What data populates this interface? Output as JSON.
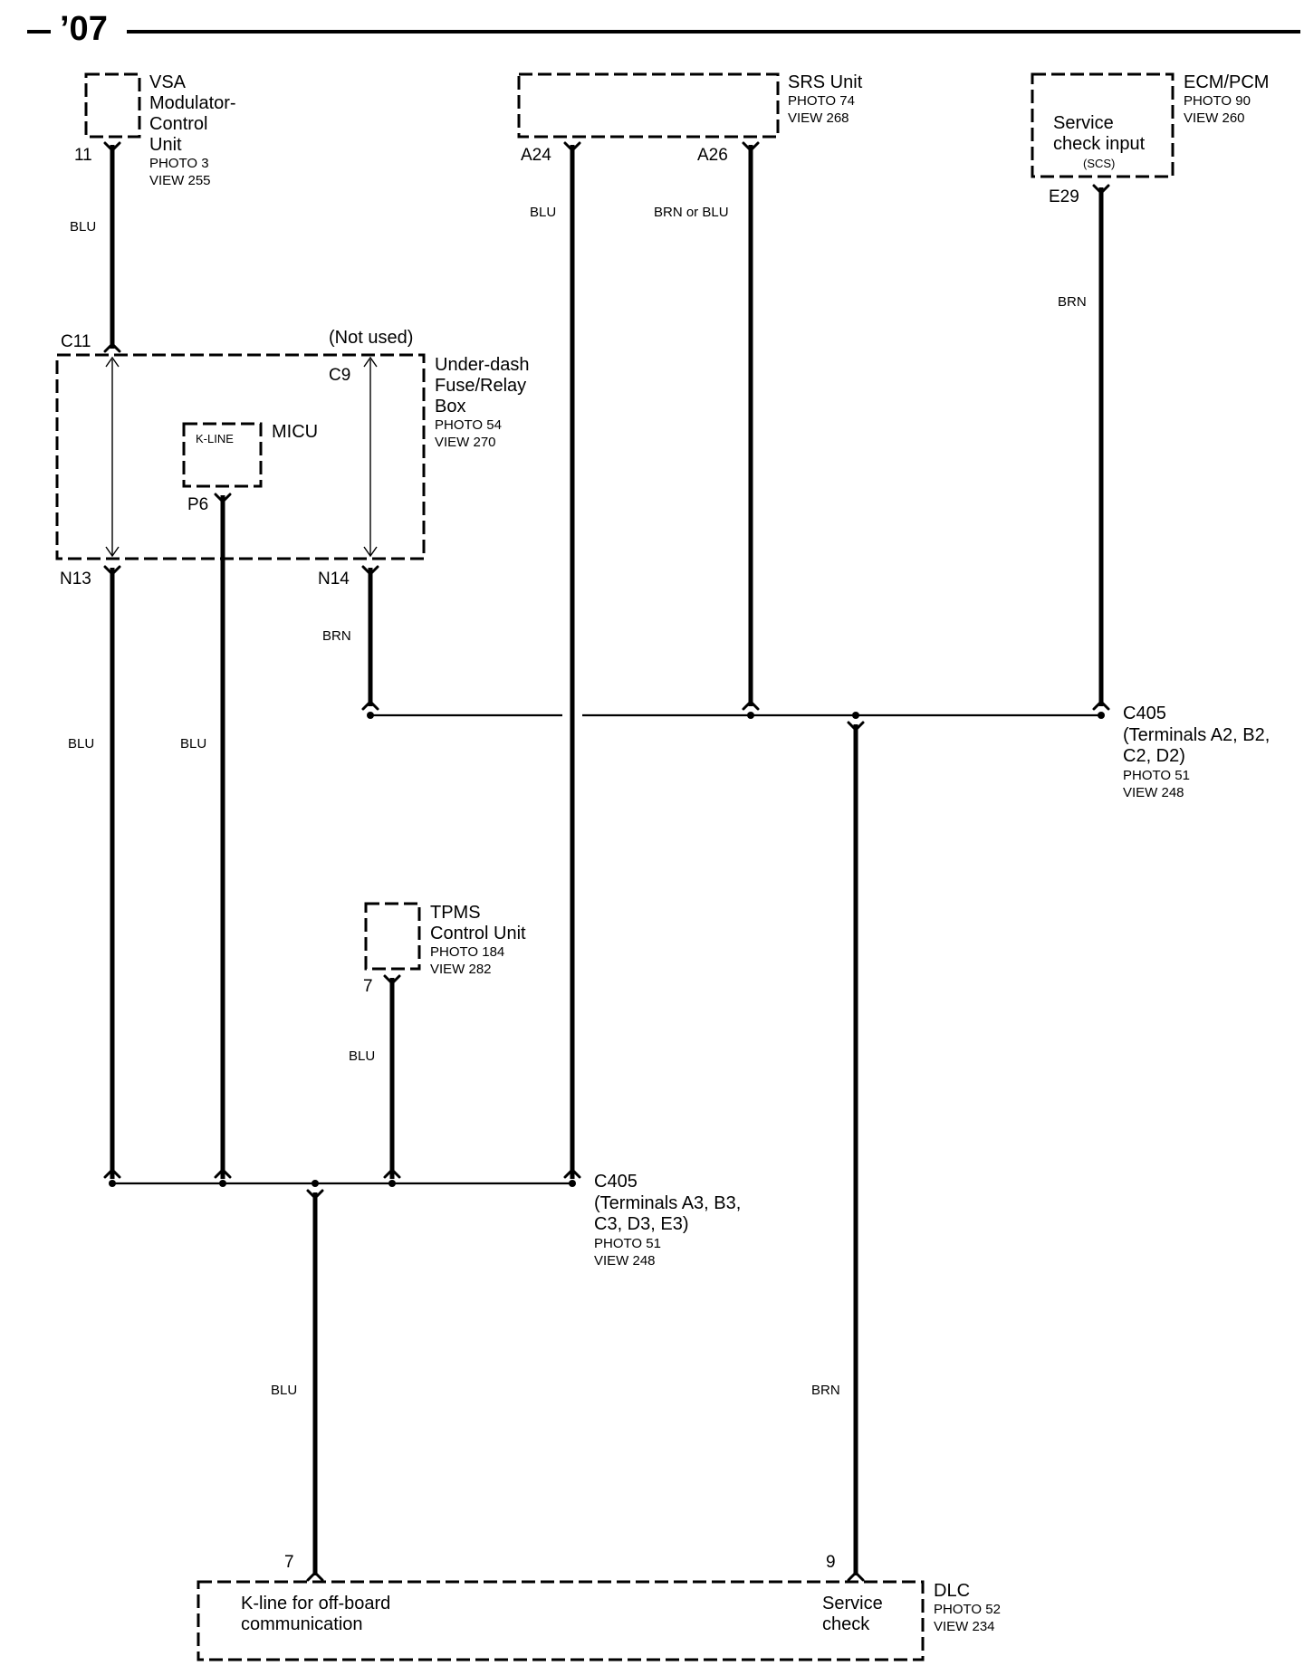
{
  "header": {
    "year": "’07"
  },
  "components": {
    "vsa": {
      "name_lines": [
        "VSA",
        "Modulator-",
        "Control",
        "Unit"
      ],
      "photo": "PHOTO 3",
      "view": "VIEW 255",
      "pin": "11"
    },
    "srs": {
      "name": "SRS Unit",
      "photo": "PHOTO 74",
      "view": "VIEW 268",
      "pin_a24": "A24",
      "pin_a26": "A26"
    },
    "ecm": {
      "name": "ECM/PCM",
      "photo": "PHOTO 90",
      "view": "VIEW 260",
      "inner_lines": [
        "Service",
        "check input"
      ],
      "inner_sub": "(SCS)",
      "pin": "E29"
    },
    "fuse_box": {
      "name_lines": [
        "Under-dash",
        "Fuse/Relay",
        "Box"
      ],
      "photo": "PHOTO 54",
      "view": "VIEW 270",
      "not_used": "(Not used)",
      "pin_c11": "C11",
      "pin_c9": "C9",
      "pin_n13": "N13",
      "pin_n14": "N14"
    },
    "micu": {
      "name": "MICU",
      "inner": "K-LINE",
      "pin": "P6"
    },
    "tpms": {
      "name_lines": [
        "TPMS",
        "Control Unit"
      ],
      "photo": "PHOTO 184",
      "view": "VIEW 282",
      "pin": "7"
    },
    "c405_top": {
      "name": "C405",
      "terminals": [
        "(Terminals A2, B2,",
        "C2, D2)"
      ],
      "photo": "PHOTO 51",
      "view": "VIEW 248"
    },
    "c405_bottom": {
      "name": "C405",
      "terminals": [
        "(Terminals A3, B3,",
        "C3, D3, E3)"
      ],
      "photo": "PHOTO 51",
      "view": "VIEW 248"
    },
    "dlc": {
      "name": "DLC",
      "photo": "PHOTO 52",
      "view": "VIEW 234",
      "left_lines": [
        "K-line for off-board",
        "communication"
      ],
      "right_lines": [
        "Service",
        "check"
      ],
      "pin_7": "7",
      "pin_9": "9"
    }
  },
  "wire_colors": {
    "vsa": "BLU",
    "srs_a24": "BLU",
    "srs_a26": "BRN or BLU",
    "ecm": "BRN",
    "n14": "BRN",
    "n13": "BLU",
    "micu": "BLU",
    "tpms": "BLU",
    "dlc7": "BLU",
    "dlc9": "BRN"
  }
}
